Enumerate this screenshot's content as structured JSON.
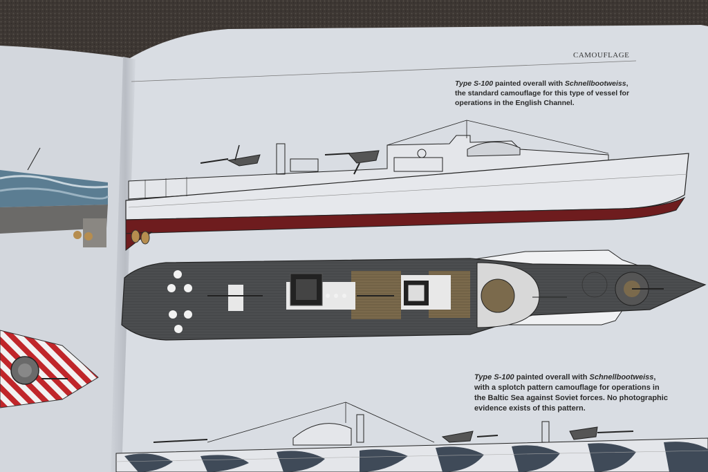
{
  "book": {
    "running_header": "CAMOUFLAGE"
  },
  "captions": [
    {
      "type": "Type S-100",
      "mid1": " painted overall with ",
      "name": "Schnellbootweiss",
      "rest": ", the standard camouflage for this type of vessel for operations in the English Channel."
    },
    {
      "type": "Type S-100",
      "mid1": " painted overall with ",
      "name": "Schnellbootweiss",
      "rest": ", with a splotch pattern camouflage for operations in the Baltic Sea against Soviet forces. No photographic evidence exists of this pattern."
    }
  ],
  "colors": {
    "carpet": "#3d3733",
    "page": "#d9dde3",
    "hull_white": "#e4e6ea",
    "hull_red": "#6e1c1e",
    "deck_grey": "#4b4d4f",
    "wood_deck": "#7b6a4c",
    "splinter_blue": "#5b7d92",
    "stripe_red": "#c0262a"
  }
}
